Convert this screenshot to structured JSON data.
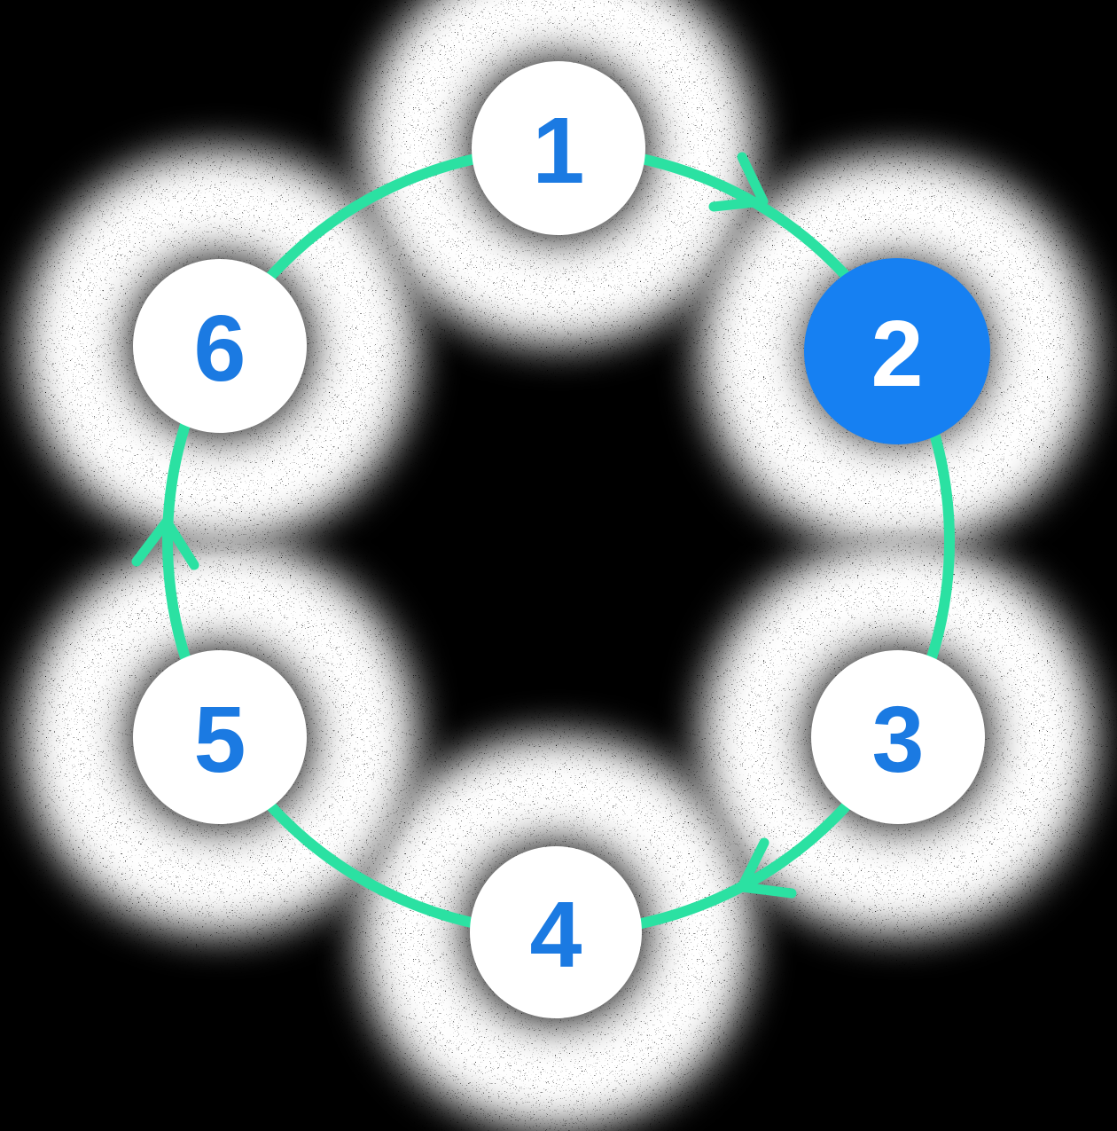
{
  "diagram": {
    "type": "cycle",
    "direction": "clockwise",
    "active_step": "2",
    "steps": [
      {
        "label": "1",
        "active": false
      },
      {
        "label": "2",
        "active": true
      },
      {
        "label": "3",
        "active": false
      },
      {
        "label": "4",
        "active": false
      },
      {
        "label": "5",
        "active": false
      },
      {
        "label": "6",
        "active": false
      }
    ],
    "arrowhead_count": 3,
    "colors": {
      "background": "#000000",
      "node_fill": "#FFFFFF",
      "node_number": "#1B7AE2",
      "active_node_fill": "#1680F2",
      "active_node_number": "#FFFFFF",
      "arc": "#2BE1A2",
      "spray_speckle": "#FFFFFF"
    }
  }
}
